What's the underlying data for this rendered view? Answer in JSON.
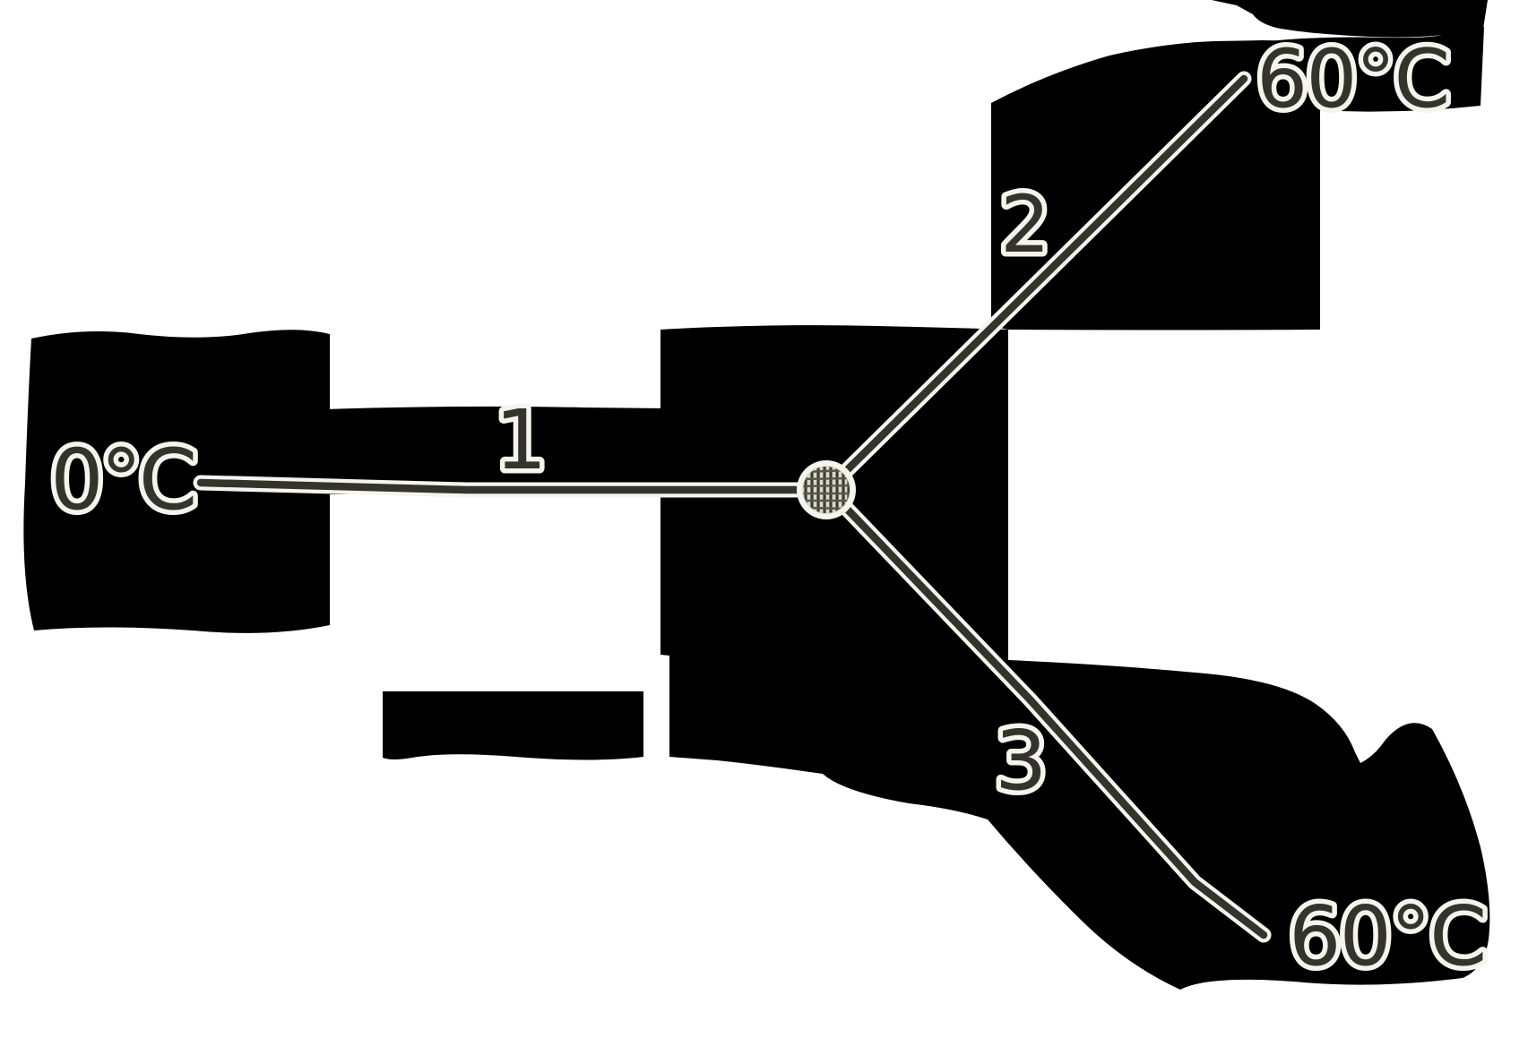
{
  "figure": {
    "labels": {
      "left_temp": "0°C",
      "top_right_temp": "60°C",
      "bottom_right_temp": "60°C",
      "rod1": "1",
      "rod2": "2",
      "rod3": "3"
    },
    "colors": {
      "background": "#ffffff",
      "blob": "#000000",
      "ink": "#34332c",
      "halo": "#f5f5ee",
      "junction_fill": "#d8d8cb",
      "junction_hatch_dark": "#3c3b31",
      "junction_hatch_mid": "#57564a"
    }
  }
}
